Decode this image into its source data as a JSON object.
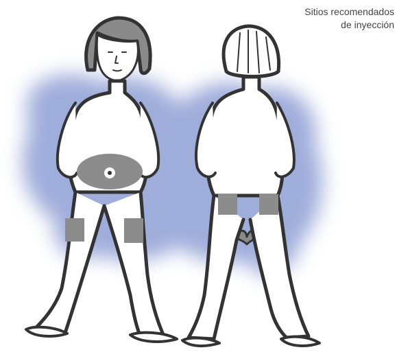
{
  "caption": {
    "line1": "Sitios recomendados",
    "line2": "de inyección"
  },
  "colors": {
    "background": "#ffffff",
    "halo": "#8f9fd4",
    "outline": "#333333",
    "shadow": "#8a8a8a",
    "site": "#8c8c8c",
    "skin": "#ffffff"
  },
  "figures": [
    {
      "view": "front",
      "sites": [
        "abdomen",
        "left-thigh",
        "right-thigh"
      ]
    },
    {
      "view": "back",
      "sites": [
        "left-buttock",
        "right-buttock"
      ]
    }
  ]
}
